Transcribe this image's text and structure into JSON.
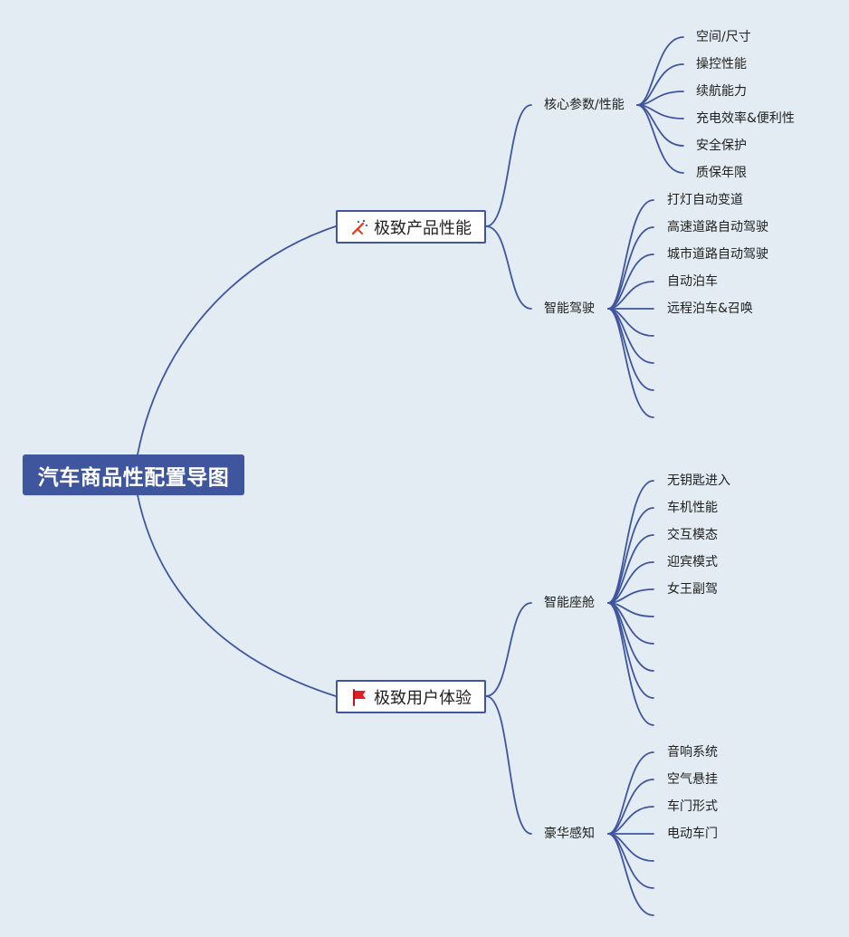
{
  "root": {
    "label": "汽车商品性配置导图"
  },
  "branches": [
    {
      "label": "极致产品性能",
      "icon": "magic-wand-icon",
      "children": [
        {
          "label": "核心参数/性能",
          "leaves": [
            "空间/尺寸",
            "操控性能",
            "续航能力",
            "充电效率&便利性",
            "安全保护",
            "质保年限"
          ]
        },
        {
          "label": "智能驾驶",
          "leaves": [
            "打灯自动变道",
            "高速道路自动驾驶",
            "城市道路自动驾驶",
            "自动泊车",
            "远程泊车&召唤",
            "",
            "",
            "",
            ""
          ]
        }
      ]
    },
    {
      "label": "极致用户体验",
      "icon": "red-flag-icon",
      "children": [
        {
          "label": "智能座舱",
          "leaves": [
            "无钥匙进入",
            "车机性能",
            "交互模态",
            "迎宾模式",
            "女王副驾",
            "",
            "",
            "",
            "",
            ""
          ]
        },
        {
          "label": "豪华感知",
          "leaves": [
            "音响系统",
            "空气悬挂",
            "车门形式",
            "电动车门",
            "",
            "",
            ""
          ]
        }
      ]
    }
  ],
  "colors": {
    "background": "#e3ecf2",
    "connector": "#3f559e",
    "root_fill": "#3f559e",
    "root_text": "#ffffff",
    "node_fill": "#ffffff",
    "node_border": "#3f559e",
    "text": "#1f1f1f",
    "wand_accent": "#e0442b",
    "flag": "#e02020"
  }
}
